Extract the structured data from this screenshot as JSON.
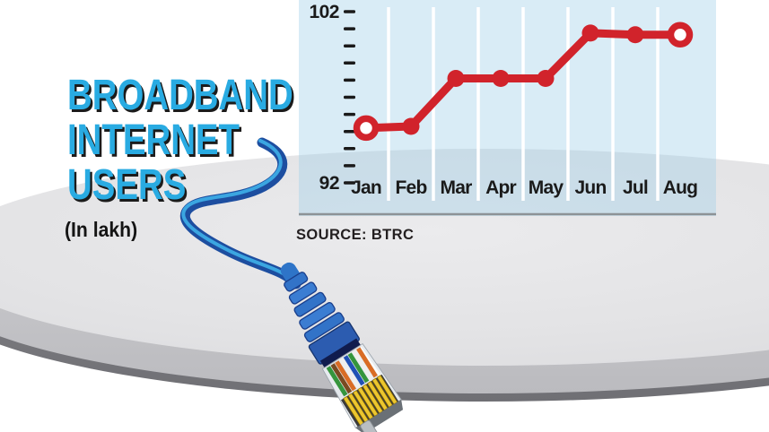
{
  "title": {
    "lines": [
      "BROADBAND",
      "INTERNET",
      "USERS"
    ],
    "subtitle": "(In lakh)",
    "text_color": "#29abe2",
    "shadow_color": "#1b1b1b"
  },
  "source_label": "SOURCE: BTRC",
  "chart_data": {
    "type": "line",
    "title": "Broadband internet users",
    "unit": "lakh",
    "categories": [
      "Jan",
      "Feb",
      "Mar",
      "Apr",
      "May",
      "Jun",
      "Jul",
      "Aug"
    ],
    "values": [
      95.2,
      95.3,
      98.1,
      98.1,
      98.1,
      100.75,
      100.65,
      100.65
    ],
    "ylim": [
      92,
      102
    ],
    "ytick_step": 1,
    "ytick_labels_shown": [
      "102",
      "92"
    ],
    "xlabel": "",
    "ylabel": "",
    "grid": "vertical month separators, white",
    "legend": "none",
    "line_color": "#d1232b",
    "marker_color": "#d1232b",
    "endpoint_marker": "open circle on first and last points",
    "panel_color": "#ddeef7",
    "axis_text_color": "#1a1a1a",
    "bottom_border_color": "#8d9296"
  },
  "decor": {
    "platform_colors": {
      "top": "#e3e3e5",
      "side": "#c3c3c6",
      "rim": "#7b7b80"
    },
    "cable_colors": {
      "outer": "#1d4ea0",
      "highlight": "#3fb0e8",
      "boot": "#3273c8",
      "collar": "#2c5cb0",
      "crystal": "#e9edf1",
      "pins_gold": "#ecc62f"
    }
  }
}
